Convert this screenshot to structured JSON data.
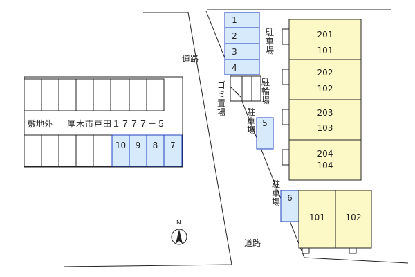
{
  "labels": {
    "road_top": "道路",
    "road_bottom": "道路",
    "outside_lot": "敷地外",
    "address": "厚木市戸田１７７７－５",
    "parking_top": "駐車場",
    "bike_parking": "駐輪場",
    "garbage": "ゴミ置場",
    "parking_mid": "駐車場",
    "parking_low": "駐車場"
  },
  "north_label": "N",
  "parking_spaces": {
    "building_side": [
      "1",
      "2",
      "3",
      "4"
    ],
    "space_5": "5",
    "space_6": "6",
    "lot_row": [
      "10",
      "9",
      "8",
      "7"
    ]
  },
  "units": [
    {
      "upper": "201",
      "lower": "101"
    },
    {
      "upper": "202",
      "lower": "102"
    },
    {
      "upper": "203",
      "lower": "103"
    },
    {
      "upper": "204",
      "lower": "104"
    }
  ],
  "building_b": [
    "101",
    "102"
  ],
  "colors": {
    "parking_fill": "#d6eafc",
    "parking_stroke": "#1f3fbf",
    "building_fill": "#fcf9c6",
    "line": "#222222"
  }
}
